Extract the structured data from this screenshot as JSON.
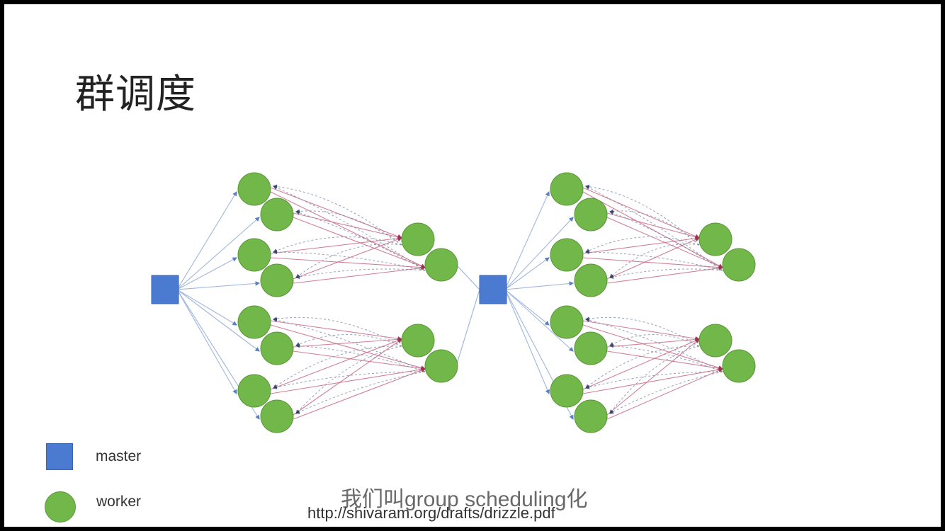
{
  "slide": {
    "title": "群调度",
    "legend": [
      {
        "label": "master",
        "shape": "square",
        "color": "#4a7bd0"
      },
      {
        "label": "worker",
        "shape": "circle",
        "color": "#72b74a"
      }
    ],
    "subtitle": "我们叫group scheduling化",
    "source_url": "http://shivaram.org/drafts/drizzle.pdf"
  },
  "diagram": {
    "colors": {
      "master": "#4a7bd0",
      "worker": "#72b74a",
      "dispatch_edge": "#9fb6dc",
      "data_edge": "#c96a86",
      "return_edge": "#7d8aa3"
    },
    "groups": 2,
    "workers_per_group": 12,
    "stage1_workers_per_group": 8,
    "stage2_workers_per_group": 4
  }
}
